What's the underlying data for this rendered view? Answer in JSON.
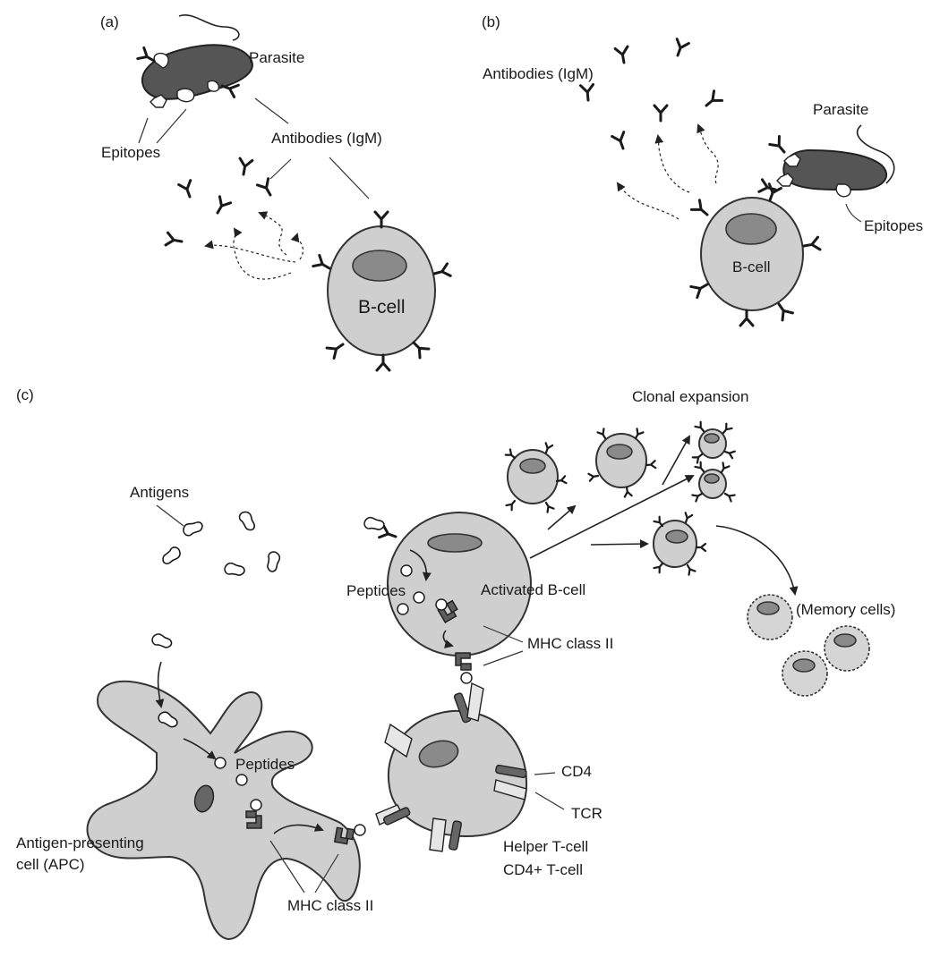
{
  "panel_a": {
    "tag": "(a)",
    "parasite": "Parasite",
    "epitopes": "Epitopes",
    "antibodies": "Antibodies (IgM)",
    "bcell": "B-cell"
  },
  "panel_b": {
    "tag": "(b)",
    "antibodies": "Antibodies (IgM)",
    "parasite": "Parasite",
    "epitopes": "Epitopes",
    "bcell": "B-cell"
  },
  "panel_c": {
    "tag": "(c)",
    "clonal_expansion": "Clonal expansion",
    "antigens": "Antigens",
    "peptides_b": "Peptides",
    "activated_bcell": "Activated B-cell",
    "mhc_top": "MHC class II",
    "memory_cells": "(Memory cells)",
    "peptides_apc": "Peptides",
    "cd4": "CD4",
    "tcr": "TCR",
    "apc_line1": "Antigen-presenting",
    "apc_line2": "cell (APC)",
    "helper_line1": "Helper T-cell",
    "helper_line2": "CD4+ T-cell",
    "mhc_bottom": "MHC class II"
  }
}
